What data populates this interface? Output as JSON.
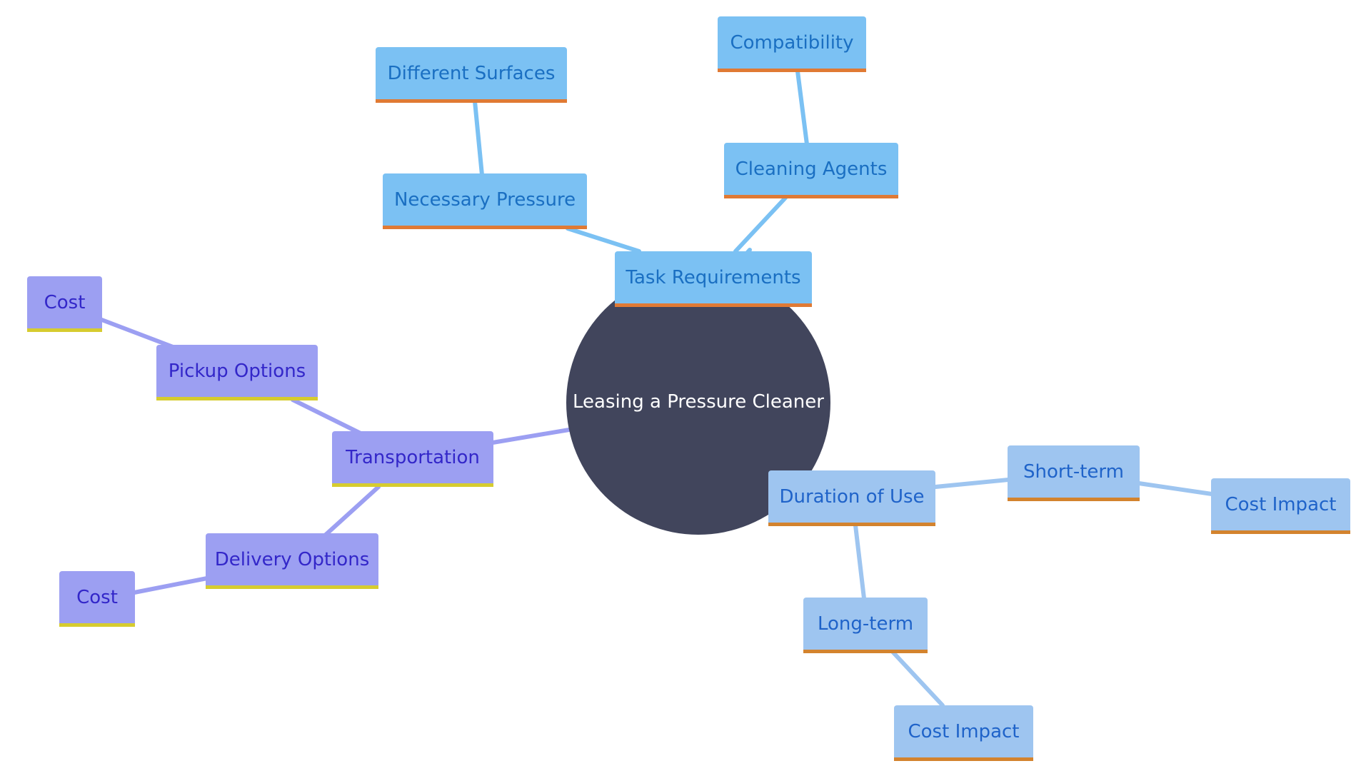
{
  "root": {
    "label": "Leasing a Pressure Cleaner"
  },
  "colors": {
    "root_fill": "#41455c",
    "task_branch": "#7bc1f3",
    "duration_branch": "#9ec5f0",
    "transportation_branch": "#9c9ff2",
    "task_accent": "#e07a34",
    "duration_accent": "#d3832e",
    "transportation_accent": "#d6cc2f"
  },
  "branches": {
    "task": {
      "label": "Task Requirements",
      "necessary_pressure": {
        "label": "Necessary Pressure",
        "different_surfaces": "Different Surfaces"
      },
      "cleaning_agents": {
        "label": "Cleaning Agents",
        "compatibility": "Compatibility"
      }
    },
    "transportation": {
      "label": "Transportation",
      "pickup": {
        "label": "Pickup Options",
        "cost": "Cost"
      },
      "delivery": {
        "label": "Delivery Options",
        "cost": "Cost"
      }
    },
    "duration": {
      "label": "Duration of Use",
      "short_term": {
        "label": "Short-term",
        "cost_impact": "Cost Impact"
      },
      "long_term": {
        "label": "Long-term",
        "cost_impact": "Cost Impact"
      }
    }
  }
}
